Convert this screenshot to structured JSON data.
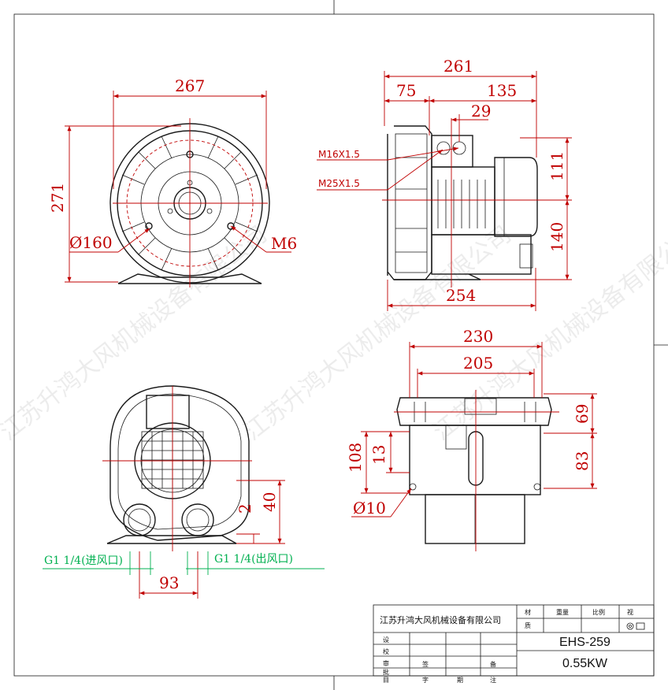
{
  "top_left": {
    "dims": [
      "267",
      "271",
      "Ø160",
      "M6"
    ]
  },
  "top_right": {
    "dims": [
      "261",
      "75",
      "135",
      "29",
      "111",
      "140",
      "254"
    ],
    "threads": [
      "M16X1.5",
      "M25X1.5"
    ]
  },
  "bottom_left": {
    "dims": [
      "40",
      "2",
      "93"
    ],
    "inlet": "G1 1/4(进风口)",
    "outlet": "G1  1/4(出风口)"
  },
  "bottom_right": {
    "dims": [
      "230",
      "205",
      "69",
      "83",
      "108",
      "13",
      "Ø10"
    ]
  },
  "watermark": "江苏升鸿大风机械设备有限公司",
  "title_block": {
    "company": "江苏升鸿大风机械设备有限公司",
    "headers": [
      "材",
      "重量",
      "比例",
      "视"
    ],
    "row2": [
      "质",
      "",
      "",
      ""
    ],
    "left_labels": [
      "设",
      "校",
      "审",
      "批"
    ],
    "bottom_labels": [
      "目",
      "签",
      "字",
      "期",
      "备",
      "注"
    ],
    "model": "EHS-259",
    "power": "0.55KW"
  },
  "colors": {
    "dimension": "#c00000",
    "port_label": "#00b050",
    "outline": "#1a1a1a"
  }
}
